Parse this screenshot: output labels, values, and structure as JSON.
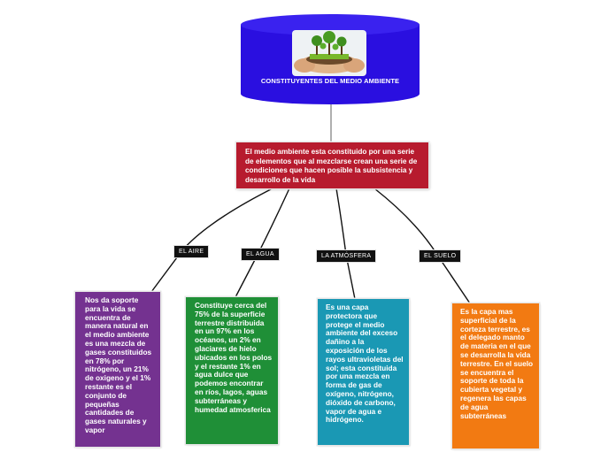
{
  "root": {
    "title": "CONSTITUYENTES DEL MEDIO AMBIENTE",
    "image_icon": "hands-holding-trees-image",
    "color": "#2a0fe0"
  },
  "center": {
    "text": "El medio ambiente esta constituido por una serie de elementos que al mezclarse crean una serie de condiciones que hacen posible la subsistencia y desarrollo de la vida",
    "color": "#b71b2e"
  },
  "branches": [
    {
      "label": "EL AIRE",
      "text": "Nos da soporte para la vida se encuentra de manera natural en el medio ambiente es una mezcla de gases constituidos en 78% por nitrógeno, un 21% de oxigeno y el 1% restante es el conjunto de pequeñas cantidades de gases naturales y vapor",
      "color": "#743290"
    },
    {
      "label": "EL AGUA",
      "text": "Constituye cerca del 75% de la superficie terrestre distribuida en un 97% en los océanos, un 2% en glaciares de hielo ubicados en los polos y el restante 1% en agua dulce que podemos encontrar en ríos, lagos, aguas subterráneas y humedad atmosferica",
      "color": "#1f8f37"
    },
    {
      "label": "LA ATMÓSFERA",
      "text": "Es una capa protectora que protege el medio ambiente del exceso dañino a la exposición de los rayos ultravioletas del sol; esta constituida por una mezcla en forma de gas de oxígeno, nitrógeno, dióxido de carbono, vapor de agua e hidrógeno.",
      "color": "#1a98b4"
    },
    {
      "label": "EL SUELO",
      "text": "Es la capa mas superficial de la corteza terrestre, es el delegado manto de materia en el que se desarrolla la vida terrestre. En el suelo se encuentra el soporte de toda la cubierta vegetal y regenera las capas de agua subterráneas",
      "color": "#f27a12"
    }
  ]
}
